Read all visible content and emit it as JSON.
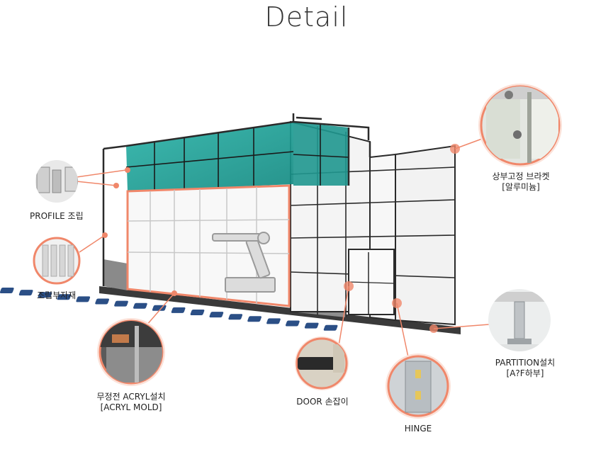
{
  "page": {
    "title": "Detail"
  },
  "callouts": {
    "profile": {
      "label": "PROFILE 조립"
    },
    "assembly_parts": {
      "label": "조립부자재"
    },
    "acryl": {
      "line1": "무정전 ACRYL설치",
      "line2": "[ACRYL MOLD]"
    },
    "door": {
      "label": "DOOR 손잡이"
    },
    "hinge": {
      "label": "HINGE"
    },
    "top_bracket": {
      "line1": "상부고정 브라켓",
      "line2": "[알루미늄]"
    },
    "partition": {
      "line1": "PARTITION설치",
      "line2": "[A?F하부]"
    }
  },
  "colors": {
    "accent": "#f0876a",
    "frame": "#2a2a2a",
    "teal_panel": "#1fa39a",
    "base_gray": "#8a8a8a",
    "floor_blue": "#2b4f86"
  }
}
